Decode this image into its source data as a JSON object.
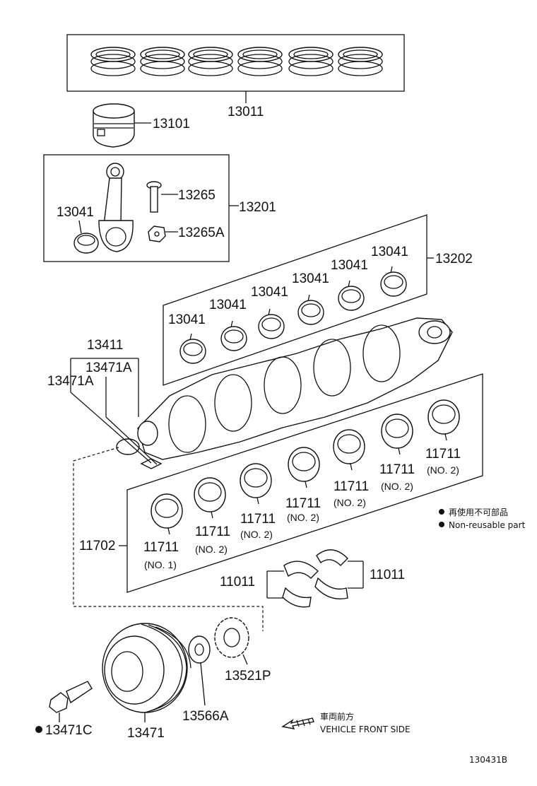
{
  "parts": {
    "p13011": "13011",
    "p13101": "13101",
    "p13201": "13201",
    "p13265": "13265",
    "p13265A": "13265A",
    "p13041_rod": "13041",
    "p13202": "13202",
    "p13041_set": [
      "13041",
      "13041",
      "13041",
      "13041",
      "13041",
      "13041"
    ],
    "p13411": "13411",
    "p13471A_a": "13471A",
    "p13471A_b": "13471A",
    "p11702": "11702",
    "p11711_set": [
      "11711",
      "11711",
      "11711",
      "11711",
      "11711",
      "11711",
      "11711"
    ],
    "no1": "(NO. 1)",
    "no2": "(NO. 2)",
    "p11011_left": "11011",
    "p11011_right": "11011",
    "p13521P": "13521P",
    "p13566A": "13566A",
    "p13471": "13471",
    "p13471C": "13471C"
  },
  "legend": {
    "jp": "再使用不可部品",
    "en": "Non-reusable part"
  },
  "direction": {
    "jp": "車両前方",
    "en": "VEHICLE FRONT SIDE"
  },
  "diagram_id": "130431B"
}
